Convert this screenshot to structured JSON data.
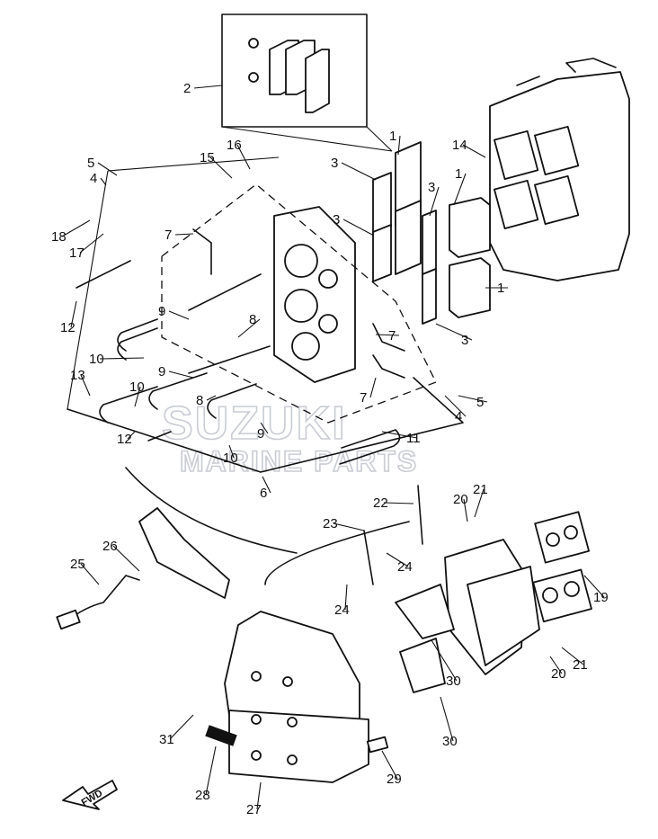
{
  "diagram": {
    "callouts": [
      "1",
      "2",
      "3",
      "4",
      "5",
      "6",
      "7",
      "8",
      "9",
      "10",
      "11",
      "12",
      "13",
      "14",
      "15",
      "16",
      "17",
      "18",
      "19",
      "20",
      "21",
      "22",
      "23",
      "24",
      "25",
      "26",
      "27",
      "28",
      "29",
      "30",
      "31"
    ],
    "direction_arrow": {
      "label": "FWD"
    },
    "watermark": {
      "brand": "SUZUKI",
      "subtitle": "MARINE PARTS"
    }
  }
}
